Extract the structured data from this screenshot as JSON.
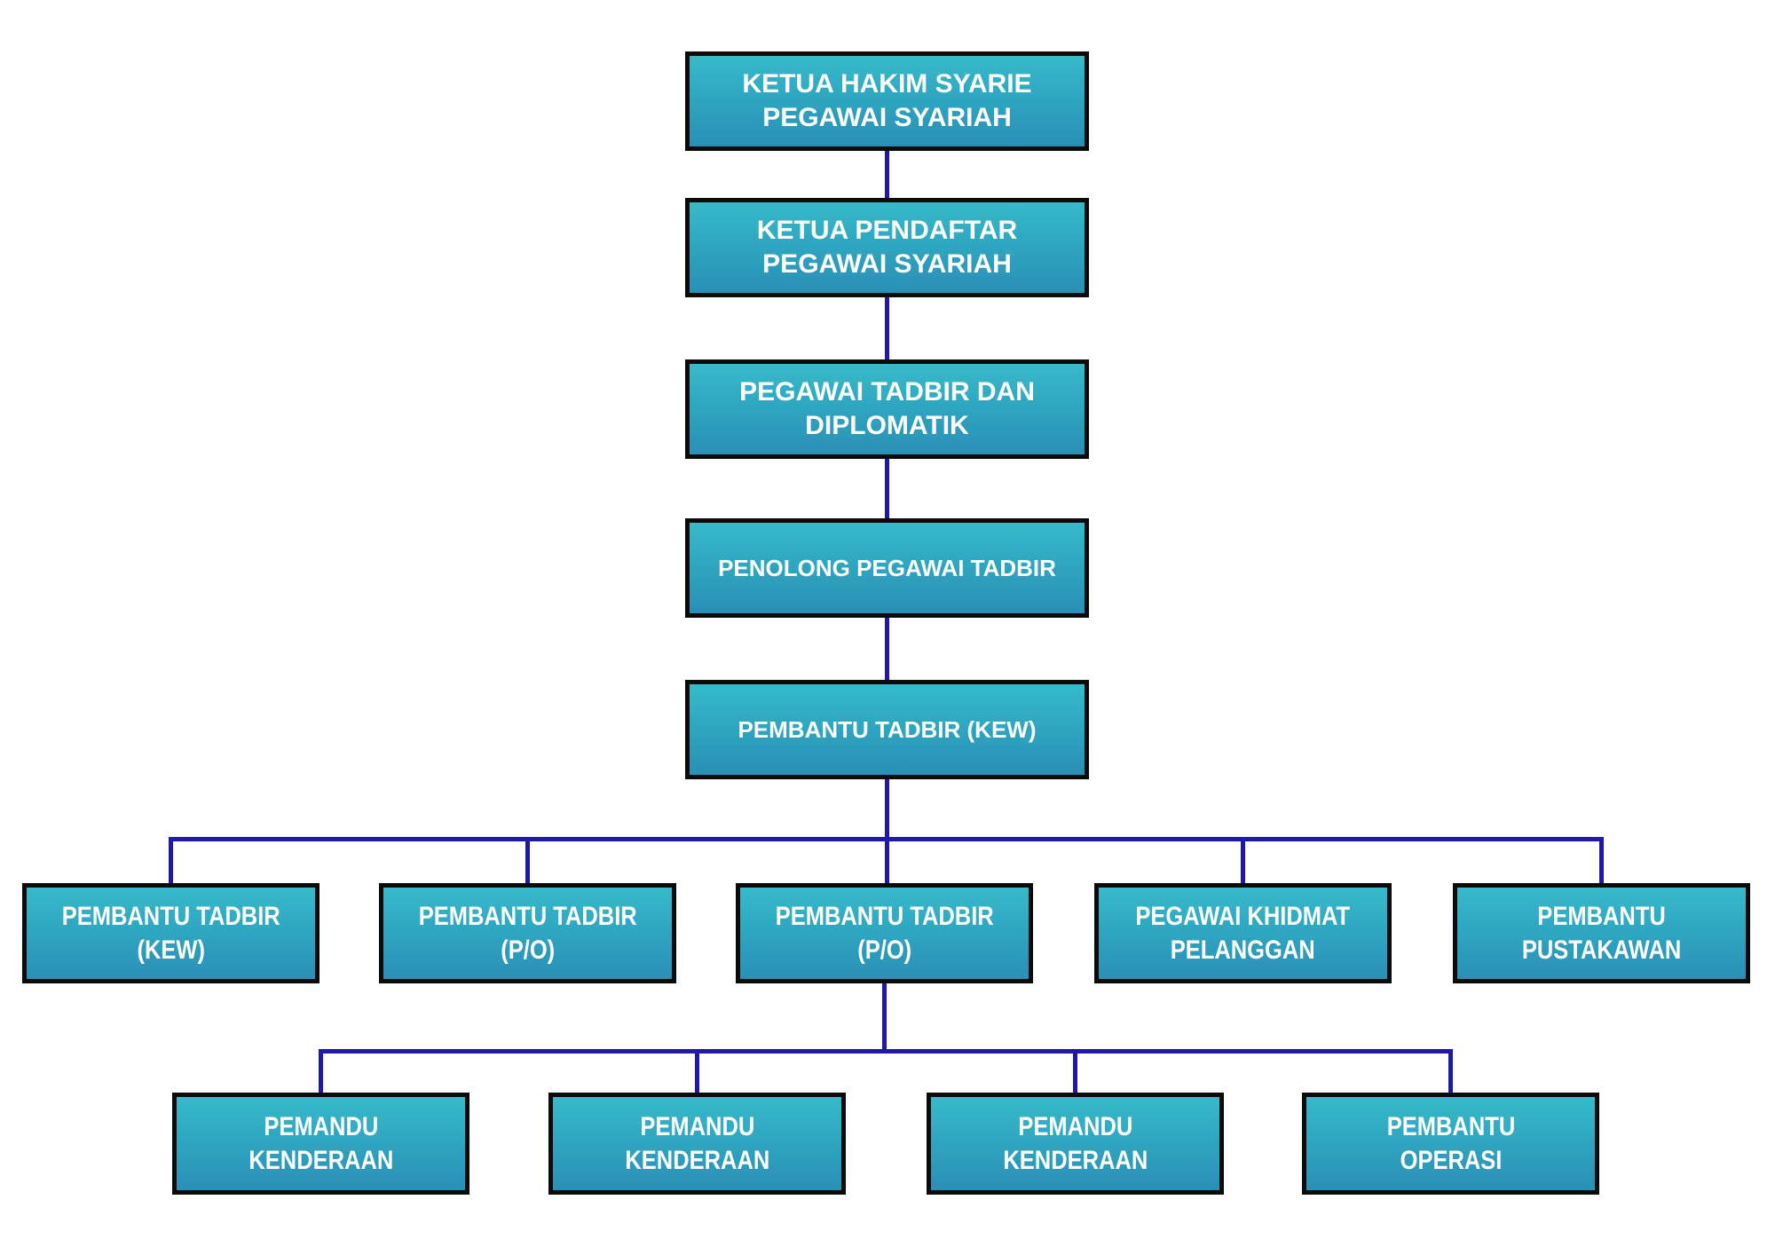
{
  "diagram": {
    "type": "org-chart",
    "background": "#ffffff",
    "colors": {
      "box_gradient_top": "#38bacb",
      "box_gradient_bottom": "#2a8fb6",
      "box_border": "#0b0b0b",
      "connector": "#1e19ab",
      "text": "#ffffff"
    },
    "nodes": {
      "n1": [
        "KETUA HAKIM SYARIE",
        "PEGAWAI SYARIAH"
      ],
      "n2": [
        "KETUA PENDAFTAR",
        "PEGAWAI SYARIAH"
      ],
      "n3": [
        "PEGAWAI TADBIR DAN",
        "DIPLOMATIK"
      ],
      "n4": [
        "PENOLONG PEGAWAI TADBIR"
      ],
      "n5": [
        "PEMBANTU TADBIR (KEW)"
      ],
      "m1": [
        "PEMBANTU TADBIR",
        "(KEW)"
      ],
      "m2": [
        "PEMBANTU TADBIR",
        "(P/O)"
      ],
      "m3": [
        "PEMBANTU TADBIR",
        "(P/O)"
      ],
      "m4": [
        "PEGAWAI KHIDMAT",
        "PELANGGAN"
      ],
      "m5": [
        "PEMBANTU",
        "PUSTAKAWAN"
      ],
      "b1": [
        "PEMANDU",
        "KENDERAAN"
      ],
      "b2": [
        "PEMANDU",
        "KENDERAAN"
      ],
      "b3": [
        "PEMANDU",
        "KENDERAAN"
      ],
      "b4": [
        "PEMBANTU",
        "OPERASI"
      ]
    },
    "edges": [
      [
        "n1",
        "n2"
      ],
      [
        "n2",
        "n3"
      ],
      [
        "n3",
        "n4"
      ],
      [
        "n4",
        "n5"
      ],
      [
        "n5",
        "m1"
      ],
      [
        "n5",
        "m2"
      ],
      [
        "n5",
        "m3"
      ],
      [
        "n5",
        "m4"
      ],
      [
        "n5",
        "m5"
      ],
      [
        "m3",
        "b1"
      ],
      [
        "m3",
        "b2"
      ],
      [
        "m3",
        "b3"
      ],
      [
        "m3",
        "b4"
      ]
    ]
  }
}
